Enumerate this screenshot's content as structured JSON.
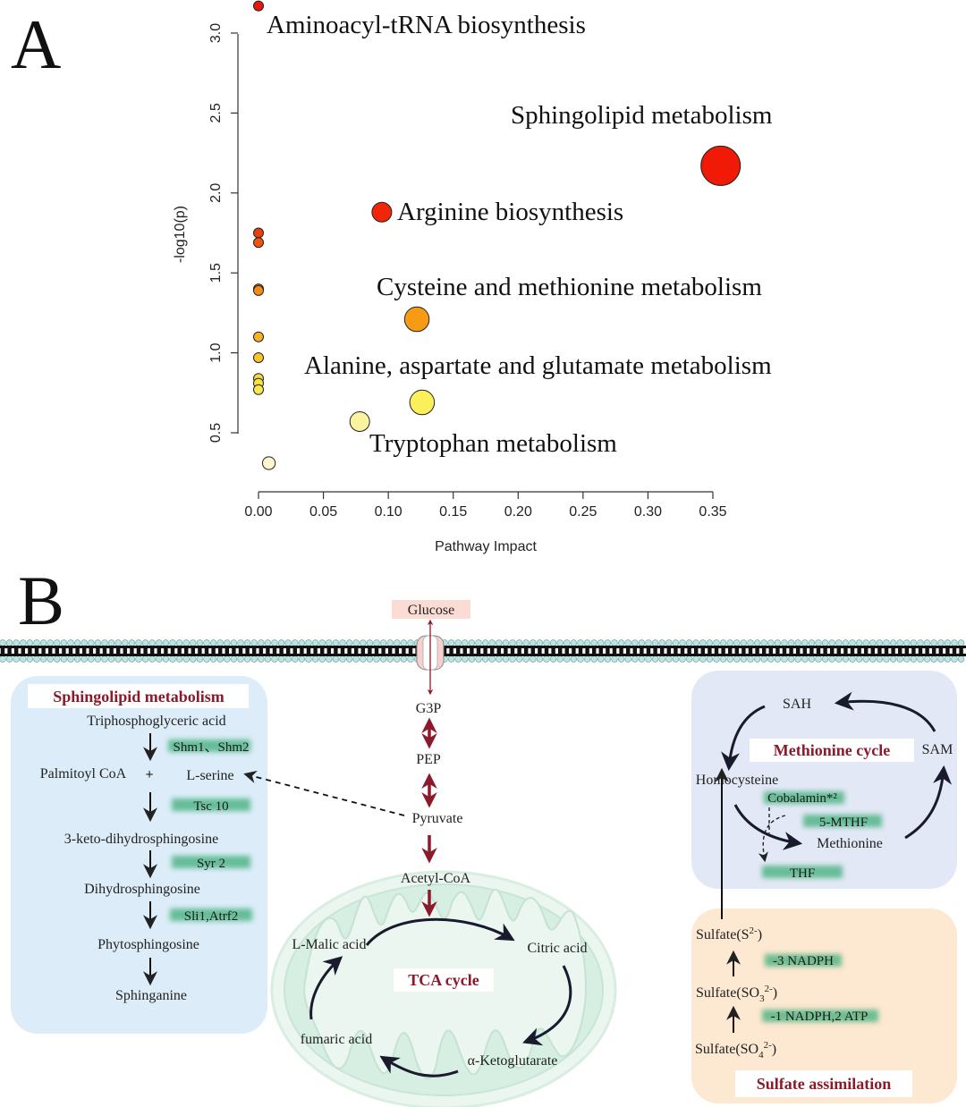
{
  "panel_a": {
    "letter": "A",
    "chart_data": {
      "type": "scatter",
      "xlabel": "Pathway Impact",
      "ylabel": "-log10(p)",
      "xlim": [
        0,
        0.35
      ],
      "ylim": [
        0.5,
        3.0
      ],
      "x_ticks": [
        "0.00",
        "0.05",
        "0.10",
        "0.15",
        "0.20",
        "0.25",
        "0.30",
        "0.35"
      ],
      "y_ticks": [
        "0.5",
        "1.0",
        "1.5",
        "2.0",
        "2.5",
        "3.0"
      ],
      "grid": false,
      "points": [
        {
          "x": 0.0,
          "y": 3.17,
          "size": 1,
          "color": "#e8170e"
        },
        {
          "x": 0.356,
          "y": 2.17,
          "size": 4,
          "color": "#f01a06"
        },
        {
          "x": 0.095,
          "y": 1.88,
          "size": 2,
          "color": "#f0250a"
        },
        {
          "x": 0.0,
          "y": 1.75,
          "size": 1,
          "color": "#e8400c"
        },
        {
          "x": 0.0,
          "y": 1.69,
          "size": 1,
          "color": "#ec5412"
        },
        {
          "x": 0.0,
          "y": 1.4,
          "size": 1,
          "color": "#f07814"
        },
        {
          "x": 0.0,
          "y": 1.39,
          "size": 1,
          "color": "#f58b16"
        },
        {
          "x": 0.122,
          "y": 1.21,
          "size": 2.5,
          "color": "#f79a14"
        },
        {
          "x": 0.0,
          "y": 1.1,
          "size": 1,
          "color": "#f6b224"
        },
        {
          "x": 0.0,
          "y": 0.97,
          "size": 1,
          "color": "#f8c42a"
        },
        {
          "x": 0.0,
          "y": 0.84,
          "size": 1,
          "color": "#f8d83a"
        },
        {
          "x": 0.0,
          "y": 0.81,
          "size": 1,
          "color": "#fae242"
        },
        {
          "x": 0.0,
          "y": 0.77,
          "size": 1,
          "color": "#fae84a"
        },
        {
          "x": 0.126,
          "y": 0.69,
          "size": 2.5,
          "color": "#fbf05a"
        },
        {
          "x": 0.078,
          "y": 0.57,
          "size": 2,
          "color": "#fbf3a0"
        },
        {
          "x": 0.008,
          "y": 0.31,
          "size": 1.3,
          "color": "#fdf6cf"
        }
      ],
      "annotations": [
        "Aminoacyl-tRNA biosynthesis",
        "Sphingolipid metabolism",
        "Arginine biosynthesis",
        "Cysteine and methionine metabolism",
        "Alanine, aspartate and glutamate metabolism",
        "Tryptophan metabolism"
      ]
    }
  },
  "panel_b": {
    "letter": "B",
    "center": {
      "glucose": "Glucose",
      "g3p": "G3P",
      "pep": "PEP",
      "pyruvate": "Pyruvate",
      "acetyl_coa": "Acetyl-CoA",
      "tca_title": "TCA cycle",
      "malic": "L-Malic acid",
      "citric": "Citric acid",
      "ketoglutarate": "α-Ketoglutarate",
      "fumaric": "fumaric acid"
    },
    "sphingolipid": {
      "title": "Sphingolipid metabolism",
      "triphospho": "Triphosphoglyceric acid",
      "enzyme1": "Shm1、Shm2",
      "palmitoyl": "Palmitoyl CoA",
      "plus": "+",
      "serine": "L-serine",
      "enzyme2": "Tsc 10",
      "keto": "3-keto-dihydrosphingosine",
      "enzyme3": "Syr 2",
      "dihydro": "Dihydrosphingosine",
      "enzyme4": "Sli1,Atrf2",
      "phyto": "Phytosphingosine",
      "sphinganine": "Sphinganine"
    },
    "methionine": {
      "title": "Methionine cycle",
      "sah": "SAH",
      "sam": "SAM",
      "homocysteine": "Homocysteine",
      "cobalamin": "Cobalamin*²",
      "mthf": "5-MTHF",
      "methionine": "Methionine",
      "thf": "THF"
    },
    "sulfate": {
      "title": "Sulfate assimilation",
      "s2_base": "Sulfate(S",
      "s2_sup": "2-",
      "s2_close": ")",
      "nadph3": "-3 NADPH",
      "so3_base": "Sulfate(SO",
      "so3_sub": "3",
      "so3_sup": "2-",
      "so3_close": ")",
      "nadph1": "-1 NADPH,2 ATP",
      "so4_base": "Sulfate(SO",
      "so4_sub": "4",
      "so4_sup": "2-",
      "so4_close": ")"
    },
    "colors": {
      "red_arrow": "#8b1a2a",
      "title_red": "#8b1a2a",
      "sph_box": "#dcecf8",
      "met_box": "#e2e8f5",
      "sul_box": "#fde8d2",
      "enzyme_green": "#3cae78",
      "mito_fill": "#e2f2ea",
      "glucose_box": "#fadcd4"
    }
  }
}
